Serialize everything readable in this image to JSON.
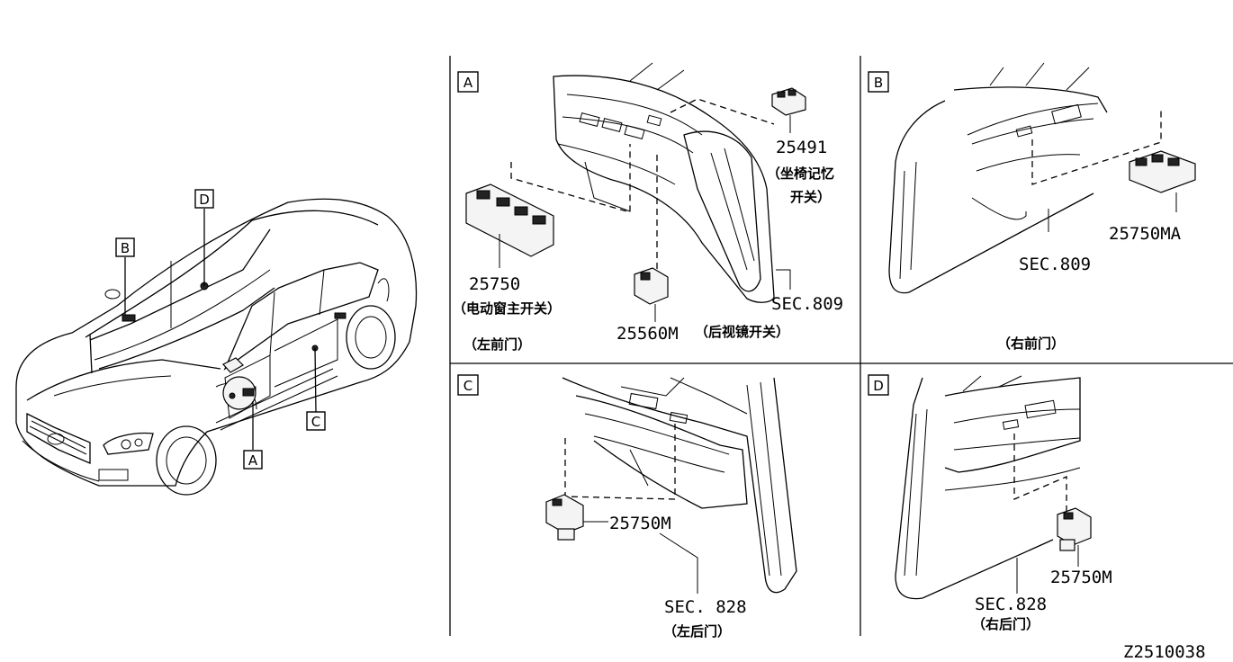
{
  "panels": {
    "A": {
      "callout": "A",
      "location": "（左前门）",
      "parts": [
        {
          "number": "25491",
          "desc_line1": "（坐椅记忆",
          "desc_line2": "开关）"
        },
        {
          "number": "25750",
          "desc_line1": "（电动窗主开关）"
        },
        {
          "number": "25560M",
          "desc_line1": "（后视镜开关）"
        }
      ],
      "sec": "SEC.809"
    },
    "B": {
      "callout": "B",
      "location": "（右前门）",
      "part": "25750MA",
      "sec": "SEC.809"
    },
    "C": {
      "callout": "C",
      "location": "（左后门）",
      "part": "25750M",
      "sec": "SEC. 828"
    },
    "D": {
      "callout": "D",
      "location": "（右后门）",
      "part": "25750M",
      "sec": "SEC.828"
    }
  },
  "car_callouts": [
    "D",
    "B",
    "C",
    "A"
  ],
  "diagram_code": "Z2510038"
}
